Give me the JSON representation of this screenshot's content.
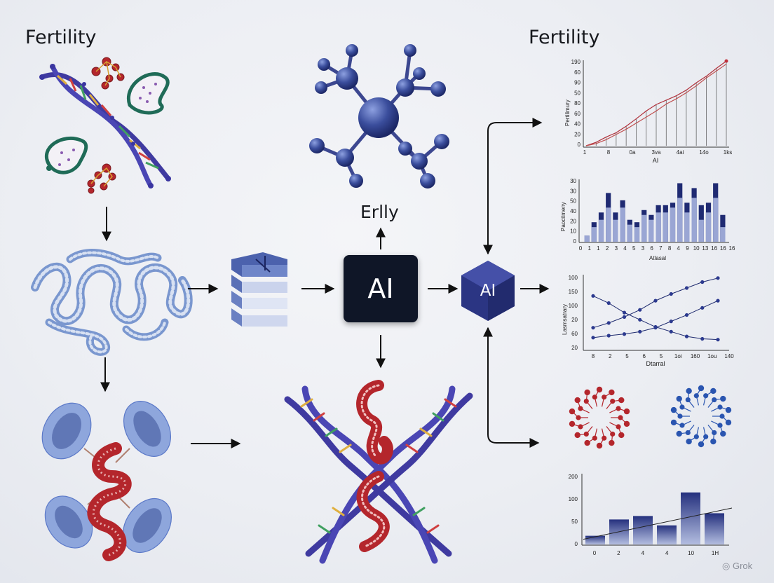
{
  "titles": {
    "left": "Fertility",
    "right": "Fertility"
  },
  "center": {
    "upper_label": "Erlly",
    "ai_box_label": "AI",
    "ai_hex_label": "AI"
  },
  "watermark": "Grok",
  "colors": {
    "navy": "#2f3d8f",
    "dna_purple": "#3f3aa0",
    "protein_blue": "#4a6fb8",
    "red": "#b4262c",
    "dark_box": "#0f1627"
  },
  "chart_data": [
    {
      "type": "line",
      "xlabel": "AI",
      "ylabel": "Pertilimury",
      "y_ticks": [
        "0",
        "20",
        "40",
        "60",
        "80",
        "50",
        "90",
        "60",
        "190"
      ],
      "x_ticks": [
        "1",
        "8",
        "0a",
        "3va",
        "4ai",
        "14o",
        "1ks"
      ],
      "series": [
        {
          "values": [
            0,
            8,
            20,
            30,
            45,
            62,
            80,
            95,
            105,
            115,
            128,
            145,
            160,
            178,
            195
          ]
        },
        {
          "values": [
            0,
            5,
            14,
            26,
            38,
            52,
            66,
            80,
            96,
            108,
            122,
            138,
            156,
            172,
            188
          ]
        }
      ]
    },
    {
      "type": "bar",
      "xlabel": "Atlasal",
      "ylabel": "Paocitmeny",
      "y_ticks": [
        "0",
        "10",
        "20",
        "40",
        "50",
        "30",
        "30"
      ],
      "x_ticks": [
        "0",
        "1",
        "1",
        "2",
        "3",
        "4",
        "5",
        "3",
        "6",
        "7",
        "8",
        "4",
        "9",
        "10",
        "13",
        "16",
        "16",
        "16"
      ],
      "series": [
        {
          "values": [
            5,
            12,
            18,
            28,
            18,
            28,
            14,
            12,
            22,
            18,
            24,
            24,
            28,
            36,
            24,
            36,
            18,
            24,
            36,
            12
          ]
        },
        {
          "values": [
            5,
            16,
            24,
            40,
            24,
            34,
            18,
            16,
            26,
            22,
            30,
            30,
            32,
            48,
            32,
            44,
            30,
            32,
            48,
            22
          ]
        }
      ]
    },
    {
      "type": "line",
      "xlabel": "Dtarral",
      "ylabel": "Lasmsatrary",
      "y_ticks": [
        "20",
        "60",
        "20",
        "100",
        "150",
        "100"
      ],
      "x_ticks": [
        "8",
        "2",
        "5",
        "6",
        "5",
        "1oi",
        "160",
        "1ou",
        "140"
      ],
      "series": [
        {
          "values": [
            50,
            62,
            77,
            95,
            118,
            135,
            150,
            165,
            175
          ]
        },
        {
          "values": [
            130,
            112,
            88,
            70,
            52,
            40,
            28,
            22,
            20
          ]
        },
        {
          "values": [
            25,
            30,
            34,
            40,
            50,
            66,
            82,
            100,
            118
          ]
        }
      ]
    },
    {
      "type": "bar",
      "y_ticks": [
        "0",
        "50",
        "100",
        "200"
      ],
      "x_ticks": [
        "0",
        "2",
        "4",
        "4",
        "10",
        "1H"
      ],
      "values": [
        25,
        72,
        82,
        55,
        150,
        90
      ],
      "trend": [
        15,
        105
      ]
    }
  ]
}
